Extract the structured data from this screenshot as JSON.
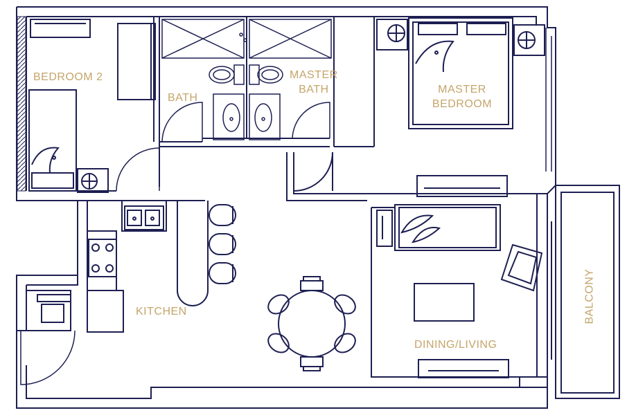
{
  "colors": {
    "line": "#1d1f52",
    "label": "#c4a56a",
    "background": "#ffffff"
  },
  "rooms": {
    "bedroom2": "BEDROOM 2",
    "bath": "BATH",
    "master_bath_line1": "MASTER",
    "master_bath_line2": "BATH",
    "master_bedroom_line1": "MASTER",
    "master_bedroom_line2": "BEDROOM",
    "kitchen": "KITCHEN",
    "dining_living": "DINING/LIVING",
    "balcony": "BALCONY"
  },
  "symbols": [
    "bed-icon",
    "sink-icon",
    "toilet-icon",
    "shower-icon",
    "stove-icon",
    "oven-icon",
    "stool-icon",
    "dining-chair-icon",
    "sofa-icon",
    "armchair-icon",
    "coffee-table-icon",
    "door-swing-icon",
    "lamp-icon"
  ]
}
